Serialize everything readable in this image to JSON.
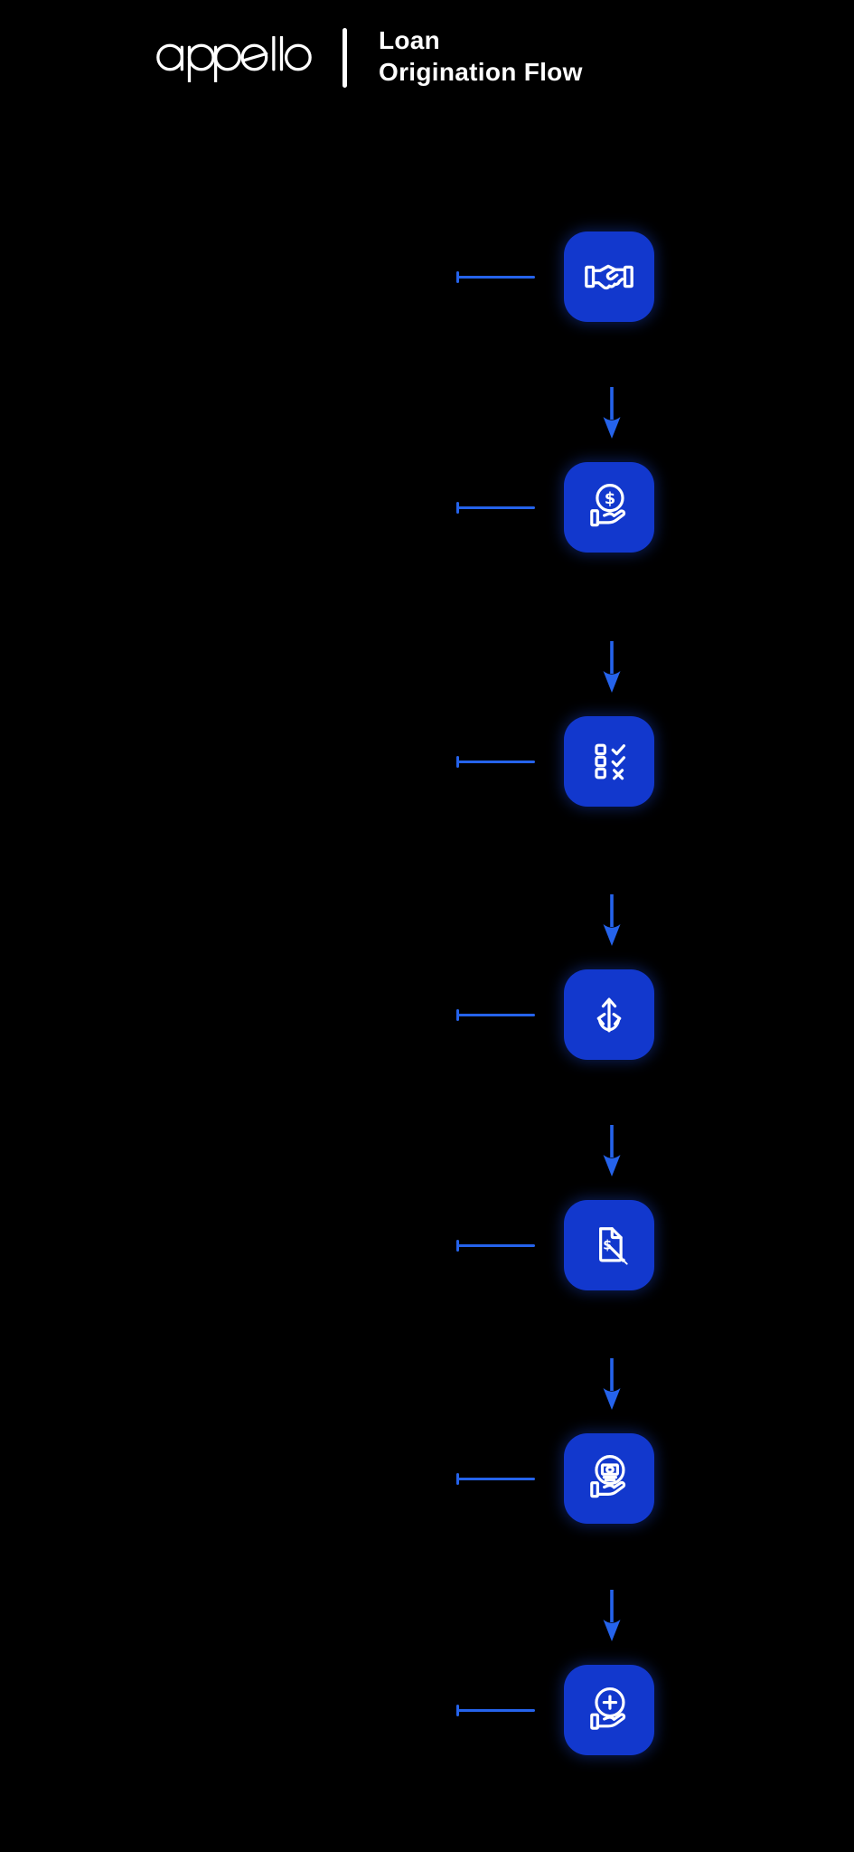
{
  "header": {
    "brand": "appello",
    "divider": "|",
    "title_line1": "Loan",
    "title_line2": "Origination Flow"
  },
  "colors": {
    "background": "#000000",
    "foreground": "#ffffff",
    "tile_blue": "#1238cd",
    "connector_blue": "#2563eb"
  },
  "flow": {
    "steps": [
      {
        "icon": "handshake-icon"
      },
      {
        "icon": "dollar-coin-in-hand-icon"
      },
      {
        "icon": "checklist-icon"
      },
      {
        "icon": "decision-branch-icon"
      },
      {
        "icon": "loan-document-pen-icon"
      },
      {
        "icon": "cash-in-hand-icon"
      },
      {
        "icon": "plus-circle-in-hand-icon"
      }
    ]
  }
}
